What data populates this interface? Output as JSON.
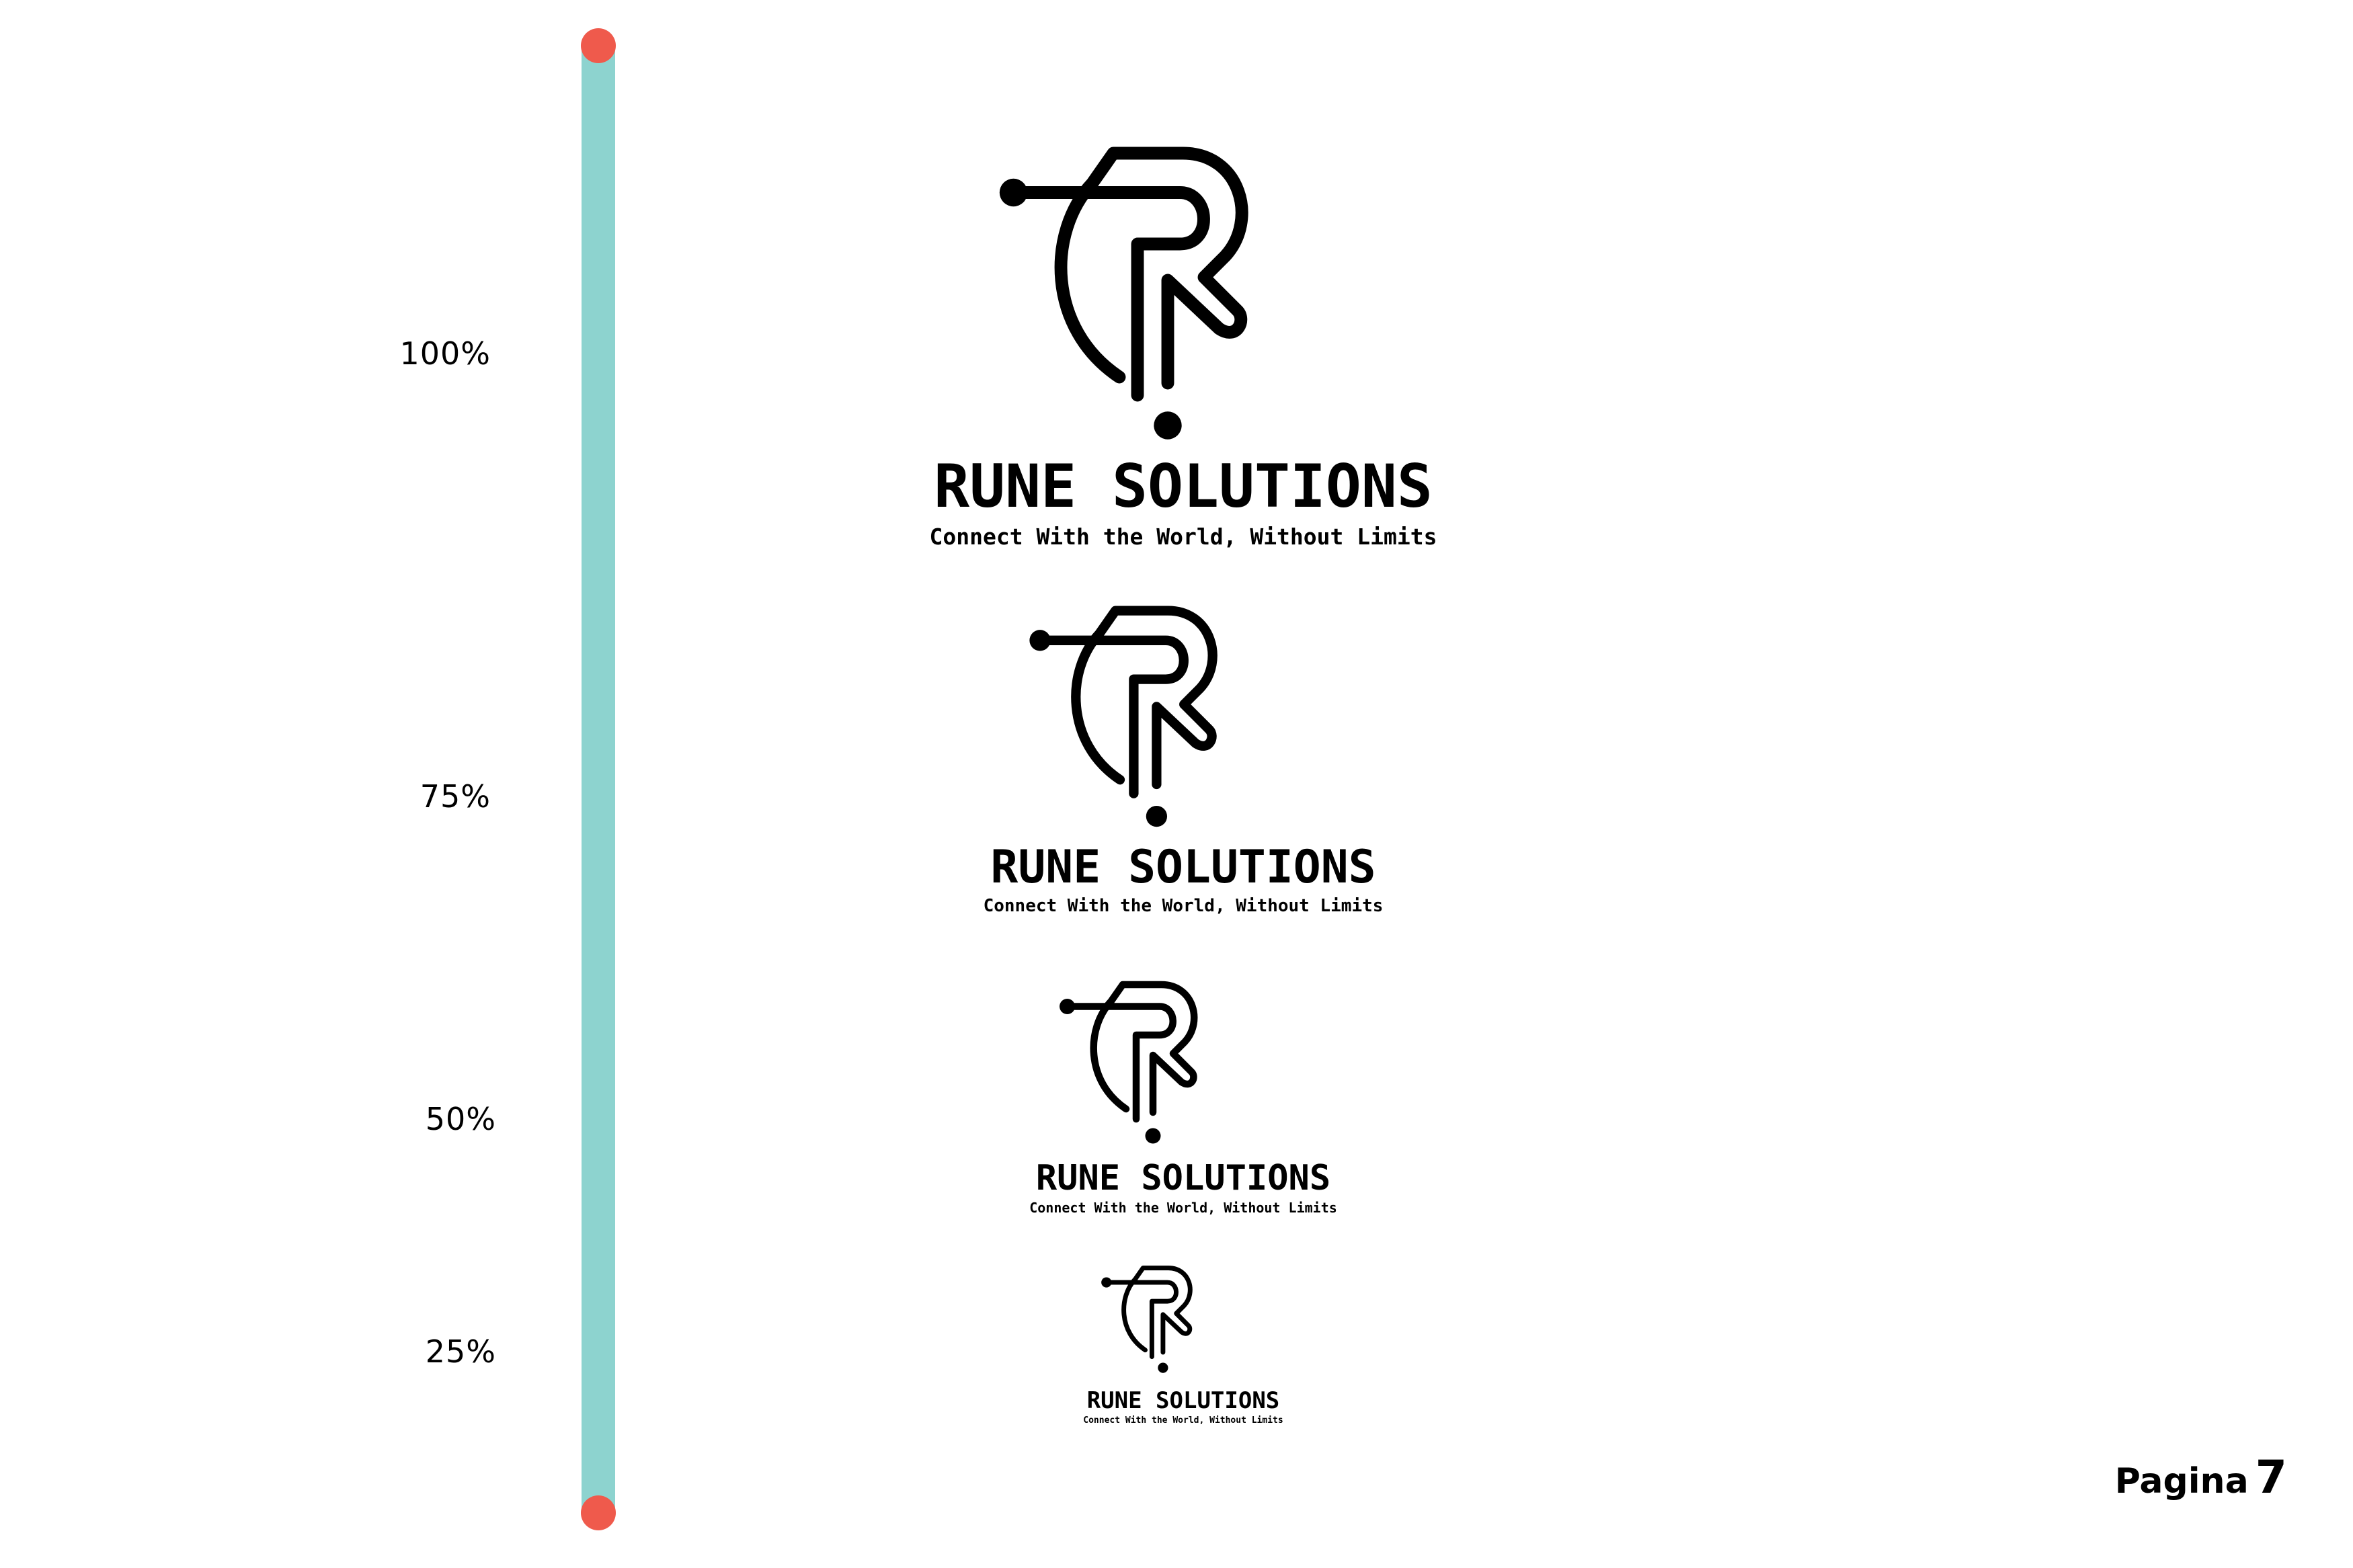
{
  "scale": {
    "bar_color": "#8dd3cf",
    "dot_color": "#ef5a4c",
    "levels": [
      {
        "label": "100%",
        "value": 100
      },
      {
        "label": "75%",
        "value": 75
      },
      {
        "label": "50%",
        "value": 50
      },
      {
        "label": "25%",
        "value": 25
      }
    ]
  },
  "logo": {
    "brand_name": "RUNE SOLUTIONS",
    "tagline": "Connect With the World, Without Limits",
    "color": "#000000"
  },
  "footer": {
    "page_word": "Pagina",
    "page_number": "7"
  }
}
